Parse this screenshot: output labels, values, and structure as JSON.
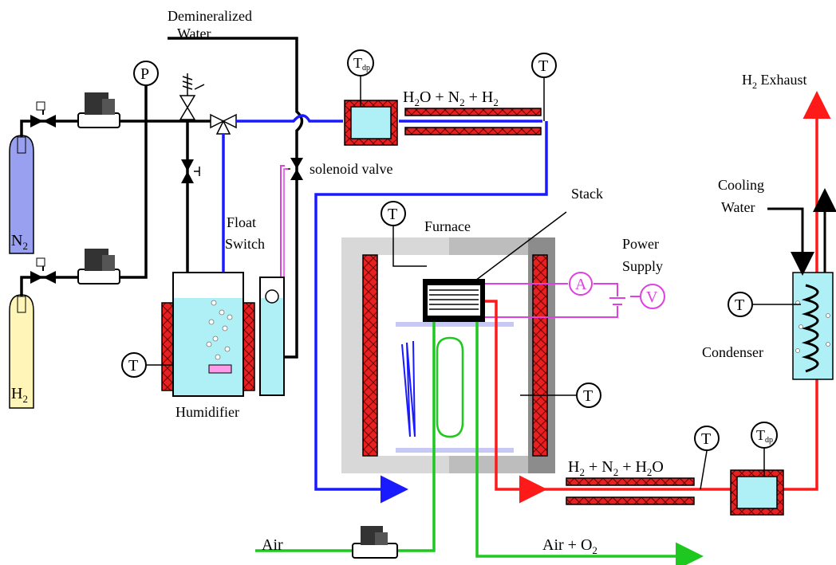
{
  "labels": {
    "demin_water_1": "Demineralized",
    "demin_water_2": "Water",
    "p_gauge": "P",
    "t_symbol": "T",
    "tdp_symbol": "T",
    "tdp_sub": "dp",
    "mix_top_a": "H",
    "mix_top_a_sub": "2",
    "mix_top_b": "O + N",
    "mix_top_b_sub": "2",
    "mix_top_c": " + H",
    "mix_top_c_sub": "2",
    "solenoid": "solenoid valve",
    "stack": "Stack",
    "furnace": "Furnace",
    "power_1": "Power",
    "power_2": "Supply",
    "ammeter": "A",
    "voltmeter": "V",
    "float_1": "Float",
    "float_2": "Switch",
    "humidifier": "Humidifier",
    "n2": "N",
    "n2_sub": "2",
    "h2": "H",
    "h2_sub": "2",
    "exhaust_a": "H",
    "exhaust_sub": "2",
    "exhaust_b": " Exhaust",
    "cooling_1": "Cooling",
    "cooling_2": "Water",
    "condenser": "Condenser",
    "mix_bot_a": "H",
    "mix_bot_a_sub": "2",
    "mix_bot_b": " + N",
    "mix_bot_b_sub": "2",
    "mix_bot_c": " + H",
    "mix_bot_c_sub": "2",
    "mix_bot_d": "O",
    "air": "Air",
    "air_o2_a": "Air + O",
    "air_o2_sub": "2"
  },
  "colors": {
    "fuel_line": "#1a1aff",
    "exhaust_line": "#ff1a1a",
    "air_line": "#1ec81e",
    "electrical": "#e040e0",
    "water": "#aef0f5",
    "n2_cylinder": "#9aa0f0",
    "h2_cylinder": "#fff5b8",
    "heater": "#e82020"
  }
}
